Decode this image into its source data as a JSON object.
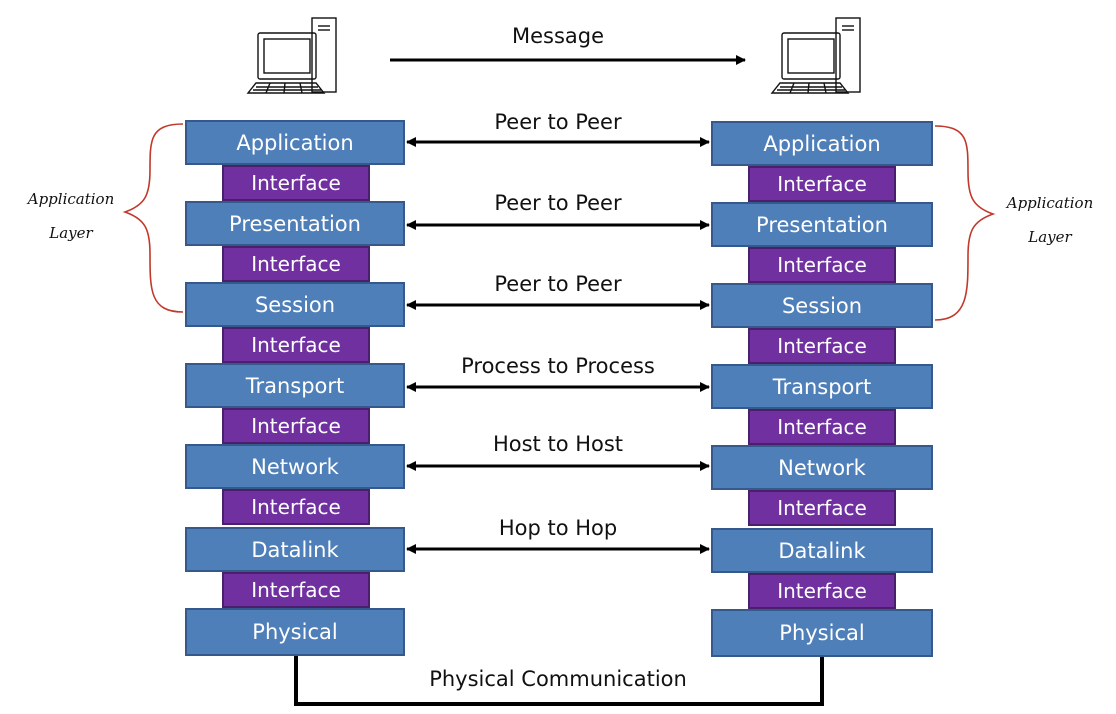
{
  "top": {
    "message_label": "Message"
  },
  "stack": {
    "layers": [
      "Application",
      "Presentation",
      "Session",
      "Transport",
      "Network",
      "Datalink",
      "Physical"
    ],
    "interface_label": "Interface"
  },
  "peer_links": [
    "Peer to Peer",
    "Peer to Peer",
    "Peer to Peer",
    "Process to Process",
    "Host to Host",
    "Hop to Hop"
  ],
  "bottom": {
    "physical_label": "Physical Communication"
  },
  "grouping": {
    "line1": "Application",
    "line2": "Layer"
  },
  "colors": {
    "layer_fill": "#4f7fb9",
    "interface_fill": "#7030a0",
    "bracket": "#c0392b",
    "line": "#000000"
  },
  "icons": {
    "host": "desktop-computer-icon"
  }
}
